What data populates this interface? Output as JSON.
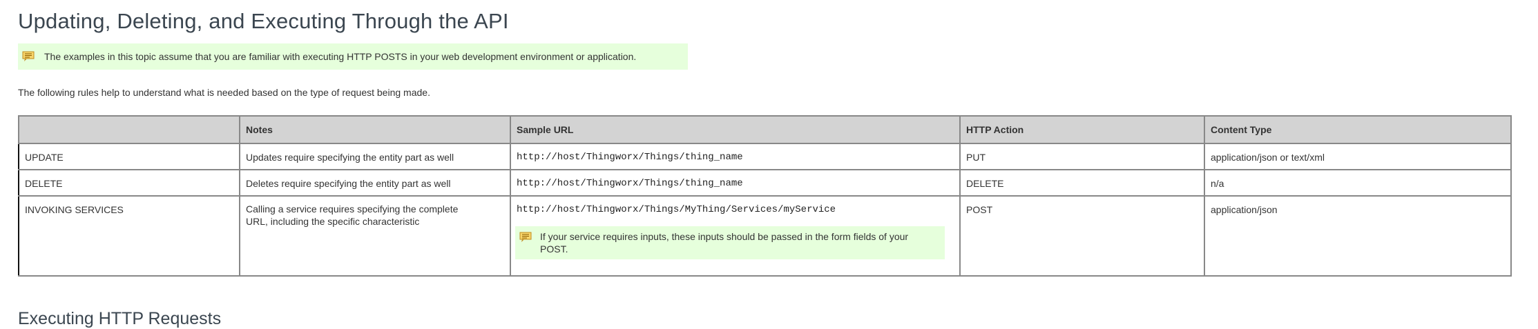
{
  "page": {
    "title": "Updating, Deleting, and Executing Through the API",
    "note": {
      "icon": "note-icon",
      "text": "The examples in this topic assume that you are familiar with executing HTTP POSTS in your web development environment or application."
    },
    "intro": "The following rules help to understand what is needed based on the type of request being made.",
    "next_heading": "Executing HTTP Requests"
  },
  "table": {
    "headers": [
      "",
      "Notes",
      "Sample URL",
      "HTTP Action",
      "Content Type"
    ],
    "rows": [
      {
        "type": "UPDATE",
        "notes": "Updates require specifying the entity part as well",
        "url": "http://host/Thingworx/Things/thing_name",
        "action": "PUT",
        "content_type": "application/json or text/xml"
      },
      {
        "type": "DELETE",
        "notes": "Deletes require specifying the entity part as well",
        "url": "http://host/Thingworx/Things/thing_name",
        "action": "DELETE",
        "content_type": "n/a"
      },
      {
        "type": "INVOKING SERVICES",
        "notes": "Calling a service requires specifying the complete URL, including the specific characteristic",
        "url": "http://host/Thingworx/Things/MyThing/Services/myService",
        "url_note": "If your service requires inputs, these inputs should be passed in the form fields of your POST.",
        "action": "POST",
        "content_type": "application/json"
      }
    ]
  },
  "colors": {
    "note_background": "#e6ffdc",
    "header_background": "#d3d3d3",
    "border": "#888888",
    "heading_text": "#3b4650"
  }
}
